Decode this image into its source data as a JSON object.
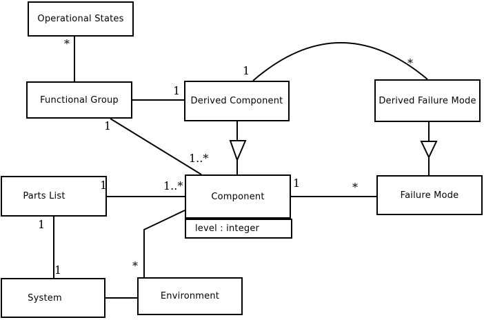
{
  "diagram": {
    "type": "uml-class-diagram",
    "colors": {
      "line": "#000000",
      "box_fill": "#ffffff",
      "background": "#ffffff",
      "text": "#000000"
    }
  },
  "classes": {
    "operational_states": {
      "name": "Operational States"
    },
    "functional_group": {
      "name": "Functional Group"
    },
    "derived_component": {
      "name": "Derived Component"
    },
    "derived_failure_mode": {
      "name": "Derived Failure Mode"
    },
    "parts_list": {
      "name": "Parts List"
    },
    "component": {
      "name": "Component",
      "attribute": "level : integer"
    },
    "failure_mode": {
      "name": "Failure Mode"
    },
    "system": {
      "name": "System"
    },
    "environment": {
      "name": "Environment"
    }
  },
  "multiplicities": {
    "os_fg_star": "*",
    "fg_dc_one": "1",
    "arc_dc_one": "1",
    "arc_dfm_star": "*",
    "fg_comp_one": "1",
    "fg_comp_many": "1..*",
    "pl_comp_one": "1",
    "pl_comp_many": "1..*",
    "comp_fm_one": "1",
    "comp_fm_star": "*",
    "pl_sys_one_top": "1",
    "pl_sys_one_bottom": "1",
    "env_comp_star": "*"
  }
}
